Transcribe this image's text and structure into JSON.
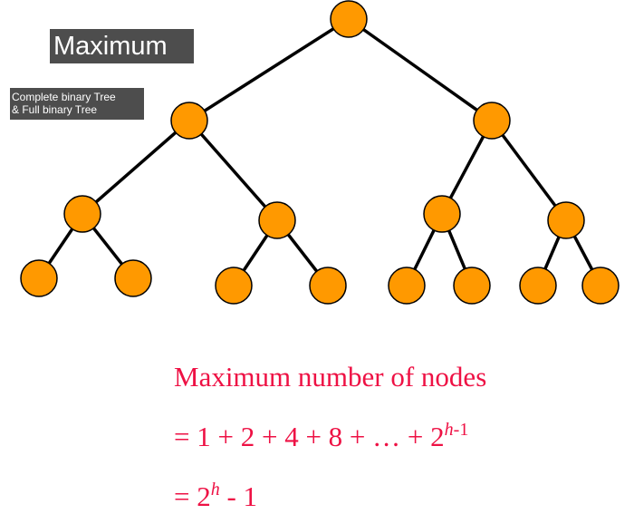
{
  "labels": {
    "title": "Maximum",
    "caption_line1": "Complete binary Tree",
    "caption_line2": "& Full binary Tree"
  },
  "formula": {
    "heading": "Maximum number of nodes",
    "sum_prefix": "= 1 + 2 + 4 + 8 + … + 2",
    "sum_exp_var": "h",
    "sum_exp_rest": "-1",
    "result_prefix": "= 2",
    "result_exp": "h",
    "result_suffix": " - 1"
  },
  "tree": {
    "node_fill": "#ff9900",
    "node_stroke": "#000000",
    "edge_color": "#000000",
    "levels": 4,
    "nodes": [
      {
        "id": "root",
        "level": 0
      },
      {
        "id": "l1-left",
        "level": 1,
        "parent": "root"
      },
      {
        "id": "l1-right",
        "level": 1,
        "parent": "root"
      },
      {
        "id": "l2-a",
        "level": 2,
        "parent": "l1-left"
      },
      {
        "id": "l2-b",
        "level": 2,
        "parent": "l1-left"
      },
      {
        "id": "l2-c",
        "level": 2,
        "parent": "l1-right"
      },
      {
        "id": "l2-d",
        "level": 2,
        "parent": "l1-right"
      },
      {
        "id": "l3-a",
        "level": 3,
        "parent": "l2-a"
      },
      {
        "id": "l3-b",
        "level": 3,
        "parent": "l2-a"
      },
      {
        "id": "l3-c",
        "level": 3,
        "parent": "l2-b"
      },
      {
        "id": "l3-d",
        "level": 3,
        "parent": "l2-b"
      },
      {
        "id": "l3-e",
        "level": 3,
        "parent": "l2-c"
      },
      {
        "id": "l3-f",
        "level": 3,
        "parent": "l2-c"
      },
      {
        "id": "l3-g",
        "level": 3,
        "parent": "l2-d"
      },
      {
        "id": "l3-h",
        "level": 3,
        "parent": "l2-d"
      }
    ]
  }
}
